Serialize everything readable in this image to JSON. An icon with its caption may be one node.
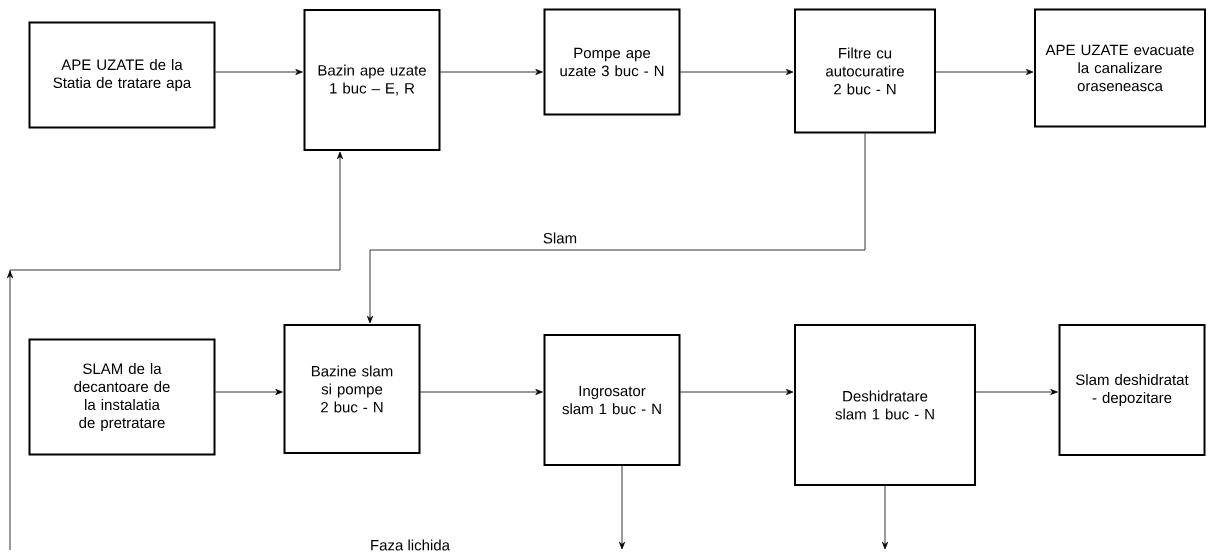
{
  "diagram": {
    "nodes": [
      {
        "text": [
          "APE UZATE de la Statia de tratare apa"
        ]
      },
      {
        "text": [
          "Bazin ape uzate 1 buc – E, R"
        ]
      },
      {
        "text": [
          "Pompe ape uzate 3 buc - N"
        ]
      },
      {
        "text": [
          "Filtre cu autocuratire 2 buc - N"
        ]
      },
      {
        "text": [
          "APE UZATE evacuate la canalizare oraseneasca"
        ]
      },
      {
        "text": [
          "SLAM de la decantoare de la instalatia de pretratare"
        ]
      },
      {
        "text": [
          "Bazine slam si pompe 2 buc - N"
        ]
      },
      {
        "text": [
          "Ingrosator slam 1 buc - N"
        ]
      },
      {
        "text": [
          "Deshidratare slam 1 buc - N"
        ]
      },
      {
        "text": [
          "Slam deshidratat - depozitare"
        ]
      }
    ],
    "edges": [
      {
        "from": 0,
        "to": 1,
        "arrow": "to"
      },
      {
        "from": 1,
        "to": 2,
        "arrow": "to"
      },
      {
        "from": 2,
        "to": 3,
        "arrow": "to"
      },
      {
        "from": 3,
        "to": 4,
        "arrow": "to"
      },
      {
        "from": 3,
        "to": 6,
        "arrow": "to",
        "label": "Slam"
      },
      {
        "from": 5,
        "to": 6,
        "arrow": "to"
      },
      {
        "from": 6,
        "to": 7,
        "arrow": "to"
      },
      {
        "from": 7,
        "to": 8,
        "arrow": "to"
      },
      {
        "from": 8,
        "to": 9,
        "arrow": "to"
      },
      {
        "from": 7,
        "to": null,
        "arrow": "to"
      },
      {
        "from": 8,
        "to": null,
        "arrow": "to"
      },
      {
        "from": null,
        "to": 1,
        "arrow": "to"
      }
    ],
    "labels": [
      "Faza lichida"
    ]
  }
}
